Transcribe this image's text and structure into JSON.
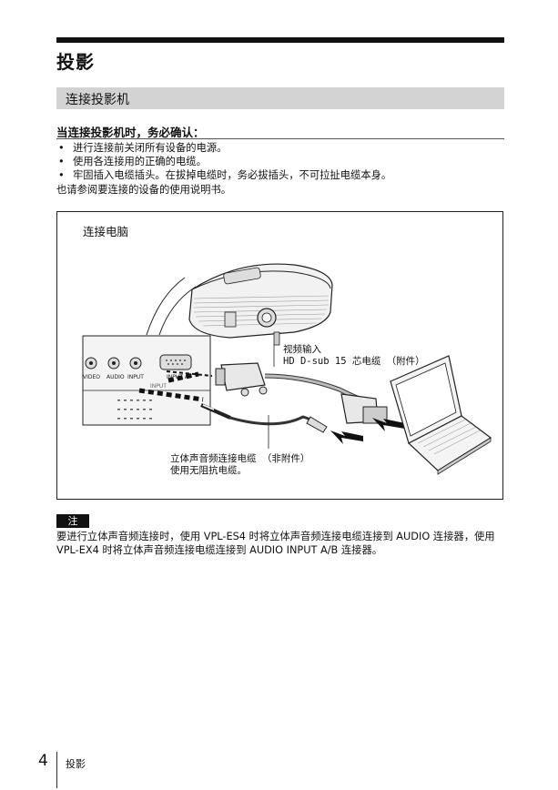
{
  "page": {
    "title": "投影",
    "section": "连接投影机",
    "intro": "当连接投影机时，务必确认：",
    "bullets": [
      "进行连接前关闭所有设备的电源。",
      "使用各连接用的正确的电缆。",
      "牢固插入电缆插头。在拔掉电缆时，务必拔插头，不可拉扯电缆本身。"
    ],
    "bullet_symbol": "•",
    "reference": "也请参阅要连接的设备的使用说明书。"
  },
  "figure": {
    "title": "连接电脑",
    "label_video_line1": "视频输入",
    "label_video_line2": "HD D-sub 15 芯电缆 （附件）",
    "label_audio_line1": "立体声音频连接电缆 （非附件）",
    "label_audio_line2": "使用无阻抗电缆。",
    "panel_video": "VIDEO",
    "panel_audio": "AUDIO",
    "panel_input": "INPUT",
    "panel_input_a": "INPUT A",
    "panel_input_group": "INPUT"
  },
  "note": {
    "badge": "注",
    "text": "要进行立体声音频连接时，使用 VPL-ES4 时将立体声音频连接电缆连接到 AUDIO 连接器，使用 VPL-EX4 时将立体声音频连接电缆连接到 AUDIO INPUT A/B 连接器。"
  },
  "footer": {
    "page_number": "4",
    "section": "投影"
  }
}
